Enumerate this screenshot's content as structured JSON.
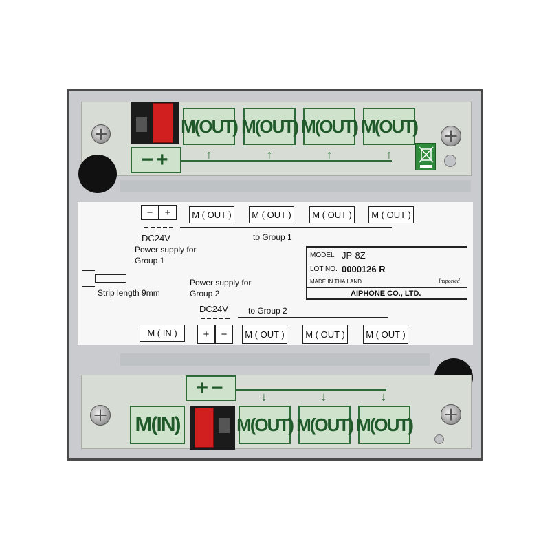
{
  "top_strip": {
    "terminals": [
      "M(OUT)",
      "M(OUT)",
      "M(OUT)",
      "M(OUT)"
    ],
    "power_terminal": "−+"
  },
  "bottom_strip": {
    "in_terminal": "M(IN)",
    "terminals": [
      "M(OUT)",
      "M(OUT)",
      "M(OUT)"
    ],
    "power_terminal": "+−"
  },
  "label": {
    "group1_boxes": [
      "M ( OUT )",
      "M ( OUT )",
      "M ( OUT )",
      "M ( OUT )"
    ],
    "group1_power_minus": "−",
    "group1_power_plus": "+",
    "group1_voltage": "DC24V",
    "group1_power_text_1": "Power supply for",
    "group1_power_text_2": "Group 1",
    "group1_caption": "to Group 1",
    "strip_length": "Strip length 9mm",
    "group2_power_text_1": "Power supply for",
    "group2_power_text_2": "Group 2",
    "group2_voltage": "DC24V",
    "group2_caption": "to Group 2",
    "in_box": "M ( IN )",
    "group2_power_plus": "+",
    "group2_power_minus": "−",
    "group2_boxes": [
      "M ( OUT )",
      "M ( OUT )",
      "M ( OUT )"
    ],
    "model_label": "MODEL",
    "model_value": "JP-8Z",
    "lot_label": "LOT NO.",
    "lot_value": "0000126 R",
    "made_in": "MADE IN THAILAND",
    "inspected": "Inspected",
    "maker": "AIPHONE CO., LTD."
  },
  "colors": {
    "terminal_green": "#2f6b39",
    "terminal_fill": "#cfe3cc",
    "connector_red": "#d11f1f",
    "housing_gray": "#c9cbce"
  }
}
